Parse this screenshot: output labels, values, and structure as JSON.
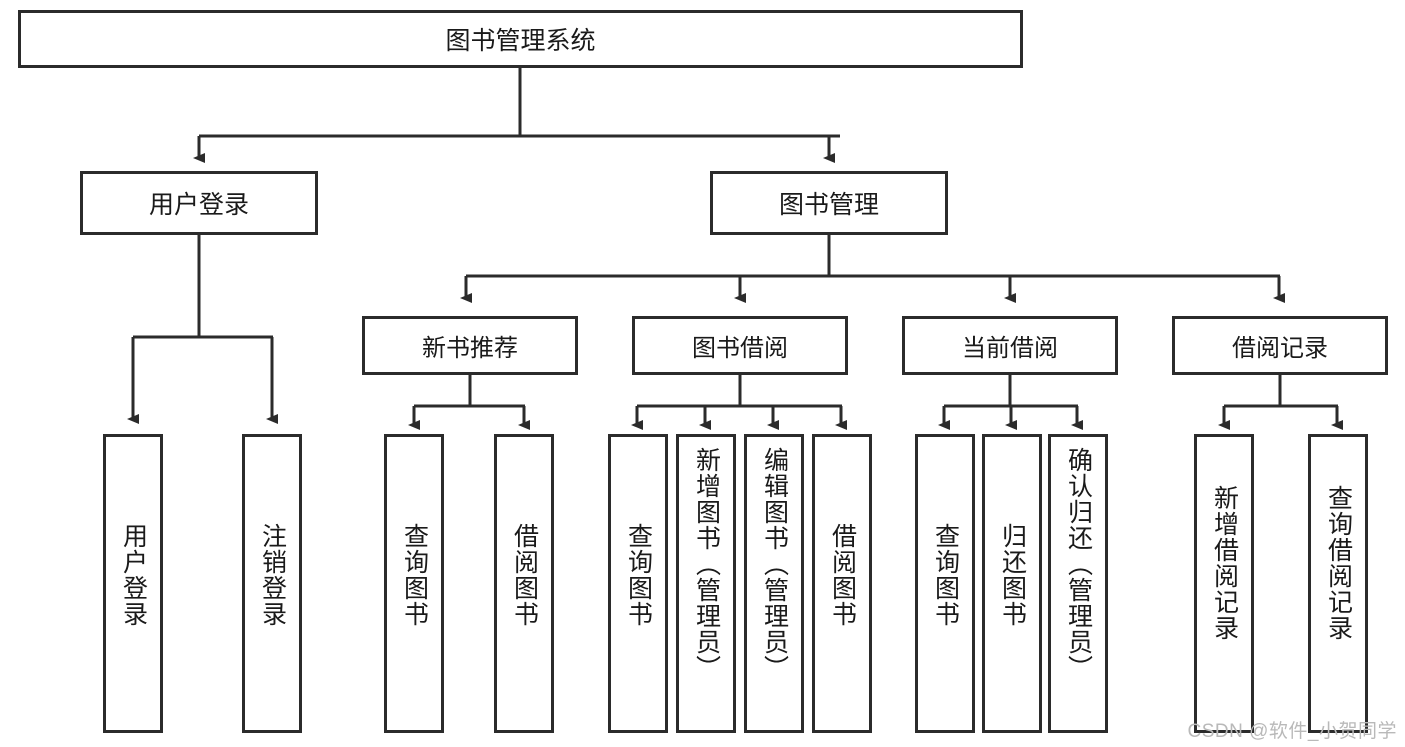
{
  "diagram": {
    "type": "tree",
    "title": "图书管理系统",
    "root": {
      "label": "图书管理系统"
    },
    "level1": [
      {
        "label": "用户登录"
      },
      {
        "label": "图书管理"
      }
    ],
    "level2": [
      {
        "label": "新书推荐"
      },
      {
        "label": "图书借阅"
      },
      {
        "label": "当前借阅"
      },
      {
        "label": "借阅记录"
      }
    ],
    "leaves": {
      "user_login": [
        {
          "label": "用户登录"
        },
        {
          "label": "注销登录"
        }
      ],
      "new_book_recommend": [
        {
          "label": "查询图书"
        },
        {
          "label": "借阅图书"
        }
      ],
      "book_borrow": [
        {
          "label": "查询图书"
        },
        {
          "label": "新增图书（管理员）"
        },
        {
          "label": "编辑图书（管理员）"
        },
        {
          "label": "借阅图书"
        }
      ],
      "current_borrow": [
        {
          "label": "查询图书"
        },
        {
          "label": "归还图书"
        },
        {
          "label": "确认归还（管理员）"
        }
      ],
      "borrow_record": [
        {
          "label": "新增借阅记录"
        },
        {
          "label": "查询借阅记录"
        }
      ]
    }
  },
  "watermark": {
    "text": "CSDN @软件_小贺同学"
  },
  "colors": {
    "stroke": "#2b2b2b",
    "text": "#1a1a1a",
    "background": "#ffffff",
    "watermark": "#b9b9b9"
  }
}
